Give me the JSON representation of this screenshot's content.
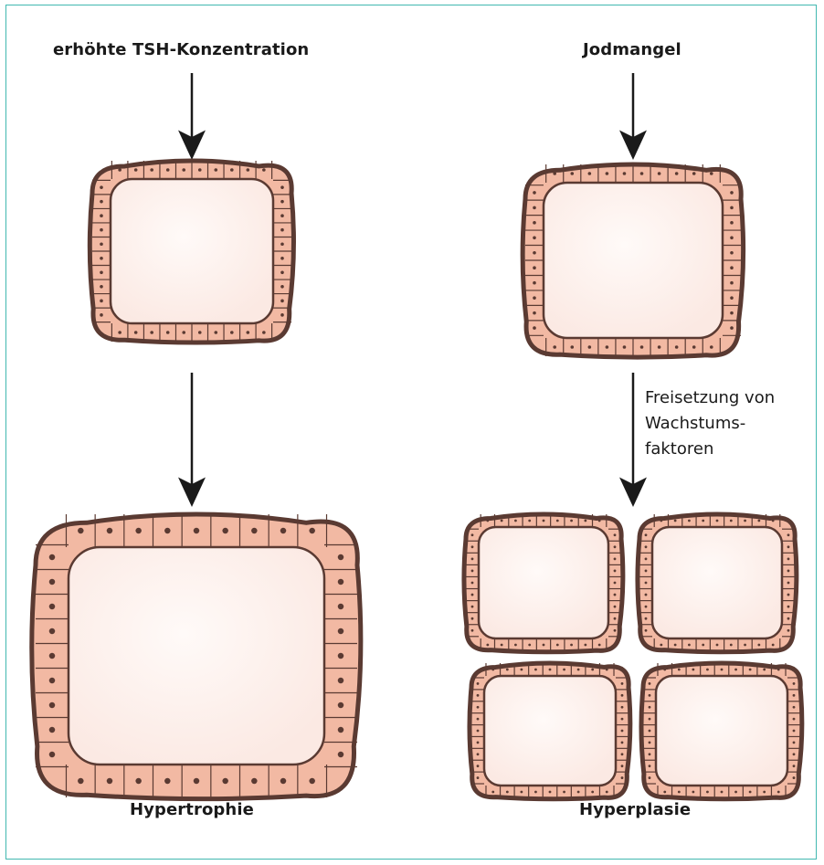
{
  "labels": {
    "tsh": "erhöhte TSH-Konzentration",
    "jodmangel": "Jodmangel",
    "growth_factors_line1": "Freisetzung von",
    "growth_factors_line2": "Wachstums-",
    "growth_factors_line3": "faktoren",
    "hypertrophie": "Hypertrophie",
    "hyperplasie": "Hyperplasie"
  },
  "colors": {
    "frame": "#41b8b0",
    "wall": "#5a3a32",
    "cell": "#f2b9a3",
    "lumen": "#fcefeb",
    "lumen_center": "#fffaf8",
    "arrow": "#1a1a1a"
  }
}
